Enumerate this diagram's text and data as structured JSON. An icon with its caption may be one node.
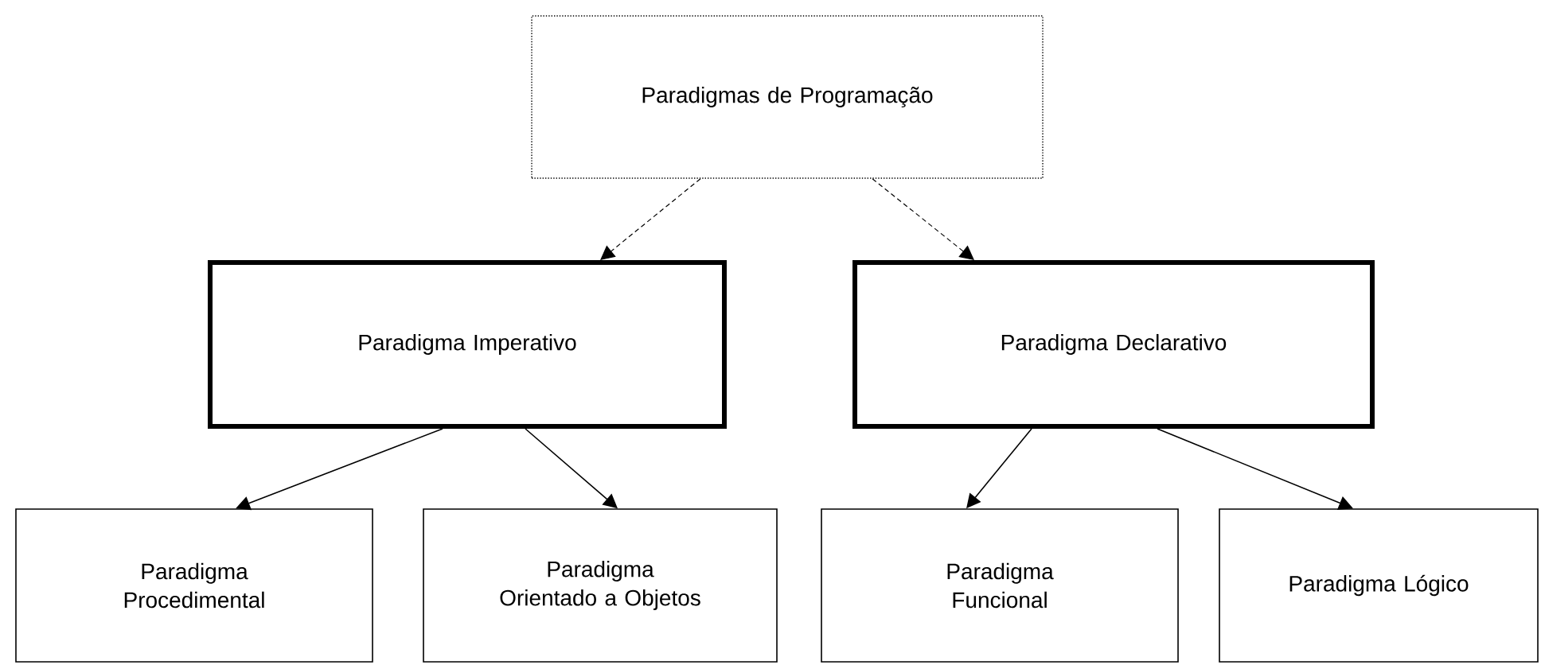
{
  "diagram": {
    "nodes": [
      {
        "text": [
          "Paradigmas de Programação"
        ]
      },
      {
        "text": [
          "Paradigma Imperativo"
        ]
      },
      {
        "text": [
          "Paradigma Declarativo"
        ]
      },
      {
        "text": [
          "Paradigma Procedimental"
        ]
      },
      {
        "text": [
          "Paradigma Orientado a Objetos"
        ]
      },
      {
        "text": [
          "Paradigma Funcional"
        ]
      },
      {
        "text": [
          "Paradigma Lógico"
        ]
      }
    ],
    "edges": [
      {
        "from": 0,
        "to": 1,
        "arrow": "to",
        "style": "dashed"
      },
      {
        "from": 0,
        "to": 2,
        "arrow": "to",
        "style": "dashed"
      },
      {
        "from": 1,
        "to": 3,
        "arrow": "to"
      },
      {
        "from": 1,
        "to": 4,
        "arrow": "to"
      },
      {
        "from": 2,
        "to": 5,
        "arrow": "to"
      },
      {
        "from": 2,
        "to": 6,
        "arrow": "to"
      }
    ]
  }
}
